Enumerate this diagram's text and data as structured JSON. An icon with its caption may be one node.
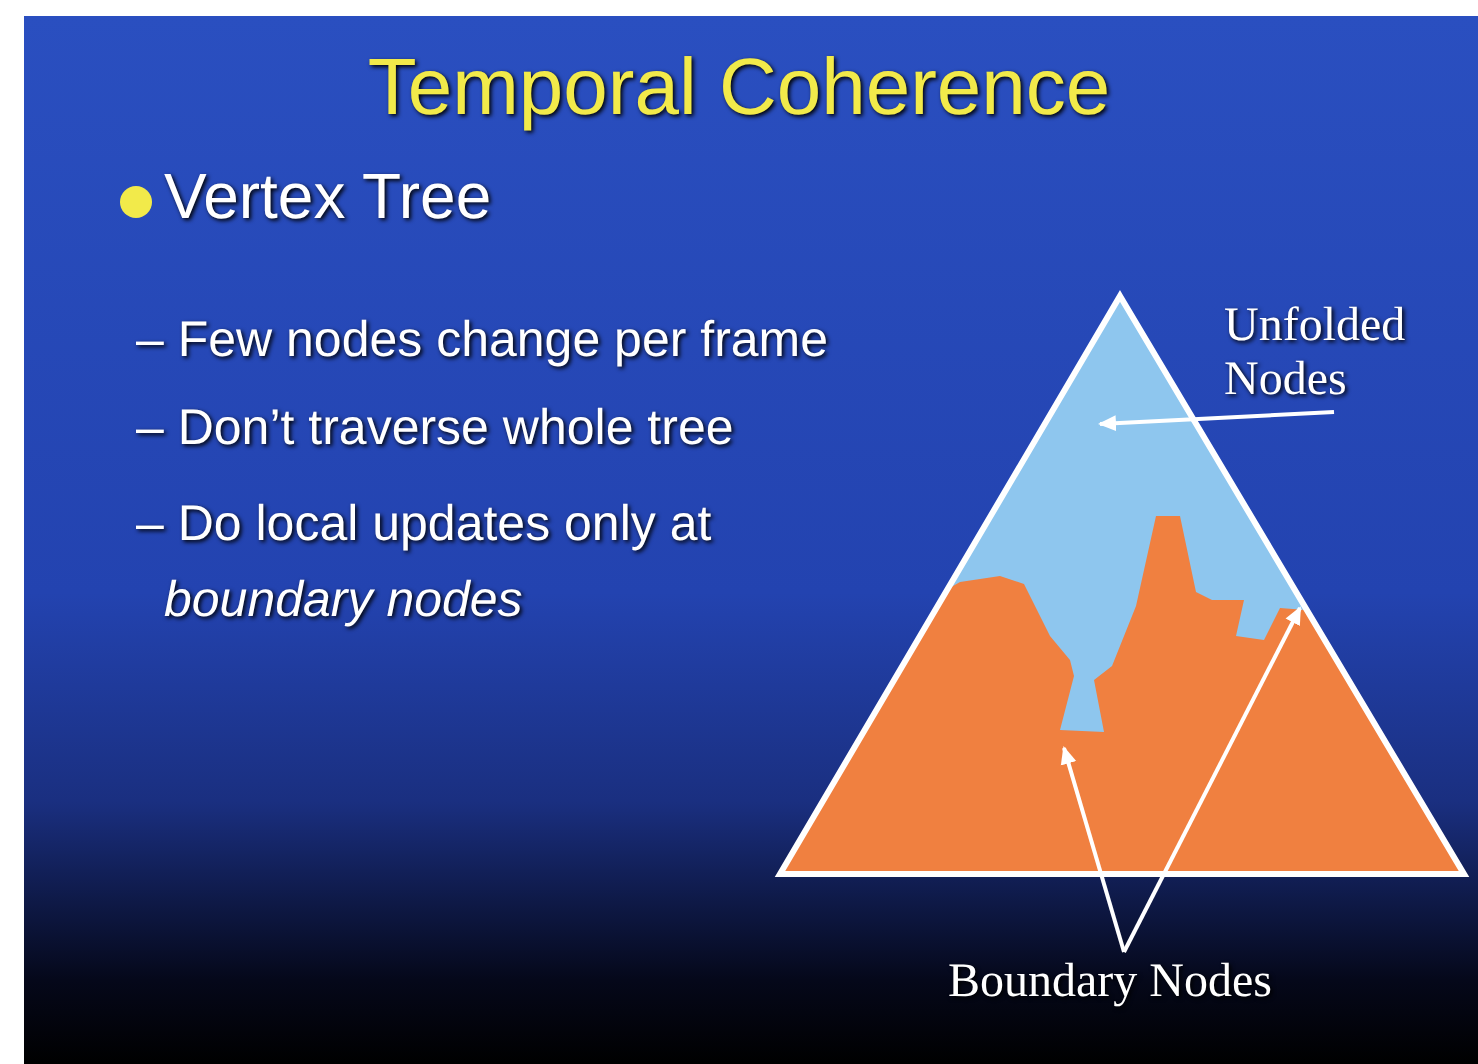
{
  "diagram": {
    "title": "Temporal Coherence",
    "nodes": [
      {
        "text": [
          "Unfolded Nodes"
        ]
      },
      {
        "text": [
          "Boundary Nodes"
        ]
      }
    ],
    "edges": [
      {
        "from": 0,
        "to": null,
        "arrow": "to"
      },
      {
        "from": 1,
        "to": null,
        "arrow": "to"
      },
      {
        "from": 1,
        "to": null,
        "arrow": "to"
      }
    ],
    "labels": [
      "Vertex Tree",
      "– Few nodes change per frame",
      "– Don’t traverse whole tree",
      "– Do local updates only at *boundary nodes*"
    ]
  }
}
